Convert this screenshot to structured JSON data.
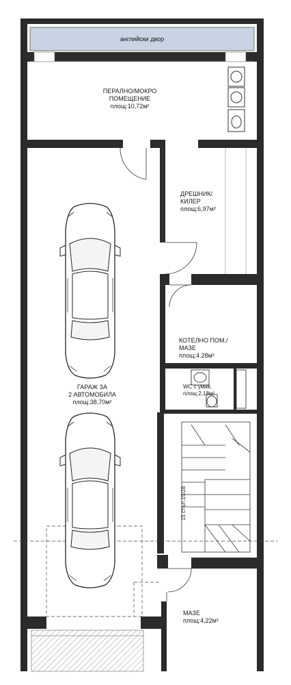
{
  "plan": {
    "courtyard_label": "английски двор",
    "rooms": {
      "laundry": {
        "name1": "ПЕРАЛНО/МОКРО",
        "name2": "ПОМЕЩЕНИЕ",
        "area": "площ:10,72м²"
      },
      "wardrobe": {
        "name1": "ДРЕШНИК/",
        "name2": "КИЛЕР",
        "area": "площ:6,97м²"
      },
      "boiler": {
        "name1": "КОТЕЛНО ПОМ./",
        "name2": "МАЗЕ",
        "area": "площ:4.28м²"
      },
      "wc": {
        "name1": "WC с умив.",
        "area": "площ:2,18м²"
      },
      "garage": {
        "name1": "ГАРАЖ ЗА",
        "name2": "2 АВТОМОБИЛА",
        "area": "площ:38,70м²"
      },
      "storage": {
        "name1": "МАЗЕ",
        "area": "площ:4,22м²"
      }
    },
    "stair_label": "15 стъп.15/28"
  }
}
